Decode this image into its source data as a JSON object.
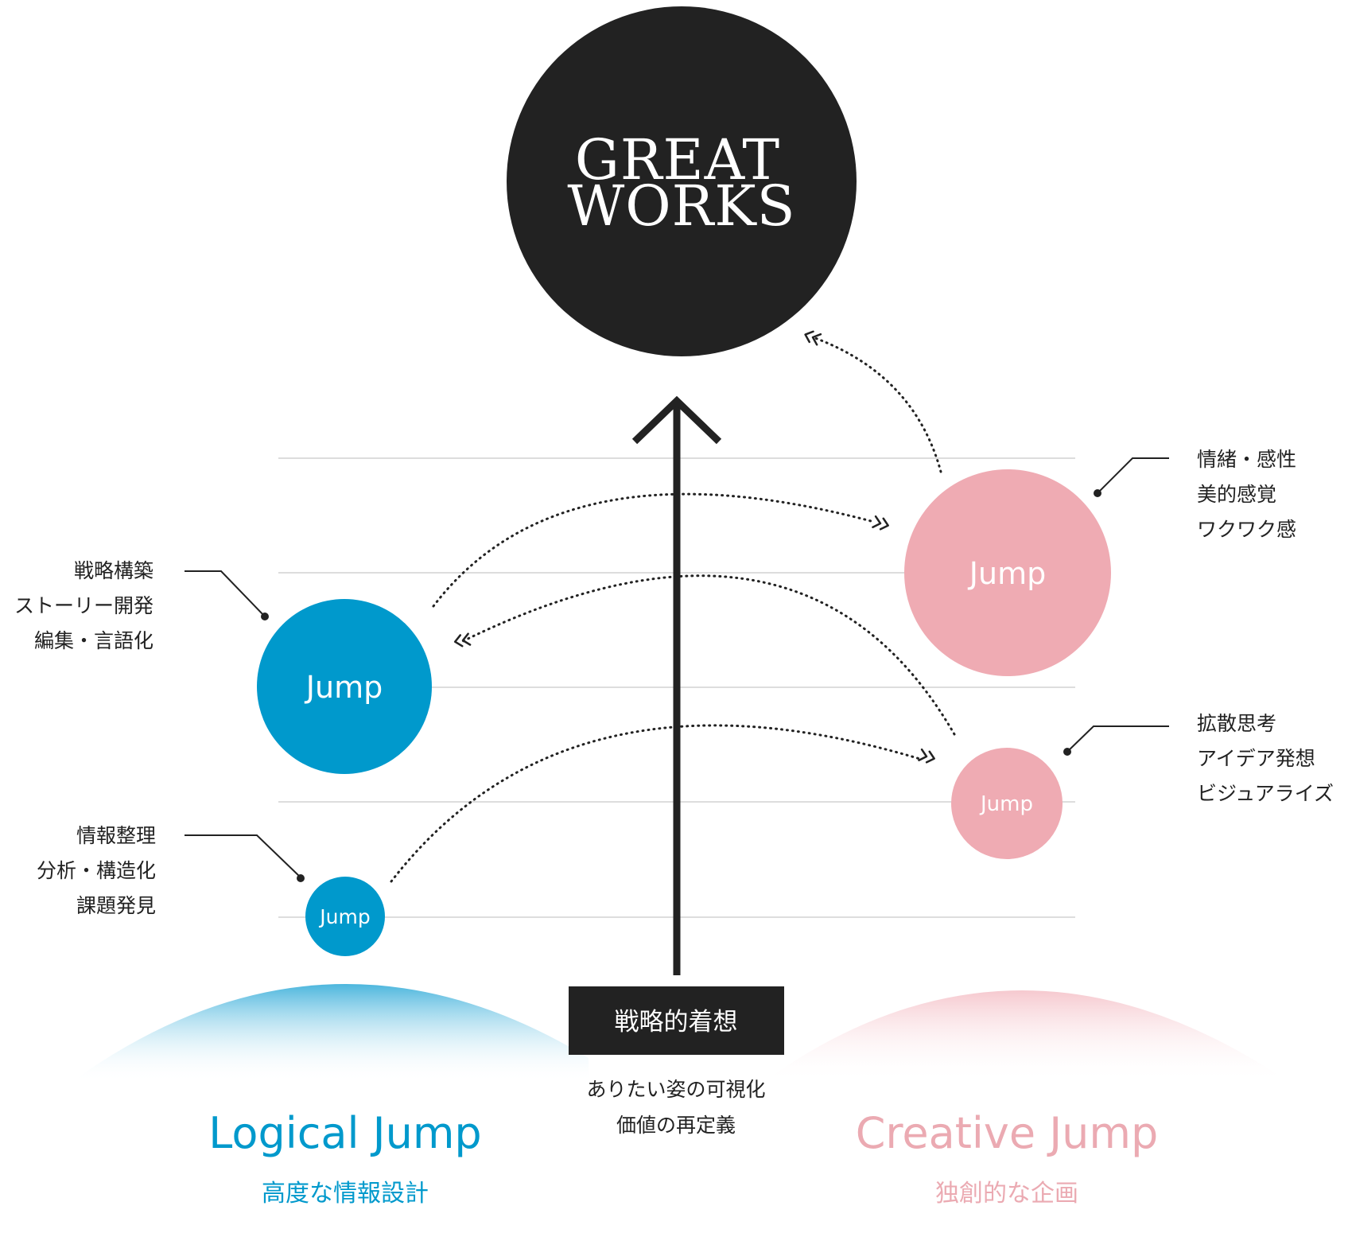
{
  "top": {
    "line1": "GREAT",
    "line2": "WORKS"
  },
  "jump_label": "Jump",
  "left_notes": [
    {
      "lines": [
        "戦略構築",
        "ストーリー開発",
        "編集・言語化"
      ]
    },
    {
      "lines": [
        "情報整理",
        "分析・構造化",
        "課題発見"
      ]
    }
  ],
  "right_notes": [
    {
      "lines": [
        "情緒・感性",
        "美的感覚",
        "ワクワク感"
      ]
    },
    {
      "lines": [
        "拡散思考",
        "アイデア発想",
        "ビジュアライズ"
      ]
    }
  ],
  "center": {
    "box_label": "戦略的着想",
    "sub_lines": [
      "ありたい姿の可視化",
      "価値の再定義"
    ]
  },
  "left_section": {
    "title": "Logical Jump",
    "subtitle": "高度な情報設計"
  },
  "right_section": {
    "title": "Creative Jump",
    "subtitle": "独創的な企画"
  },
  "colors": {
    "black": "#222222",
    "blue": "#0099cc",
    "pink": "#efabb3",
    "pink_text": "#ebaab2",
    "gridline": "#dddddd"
  }
}
